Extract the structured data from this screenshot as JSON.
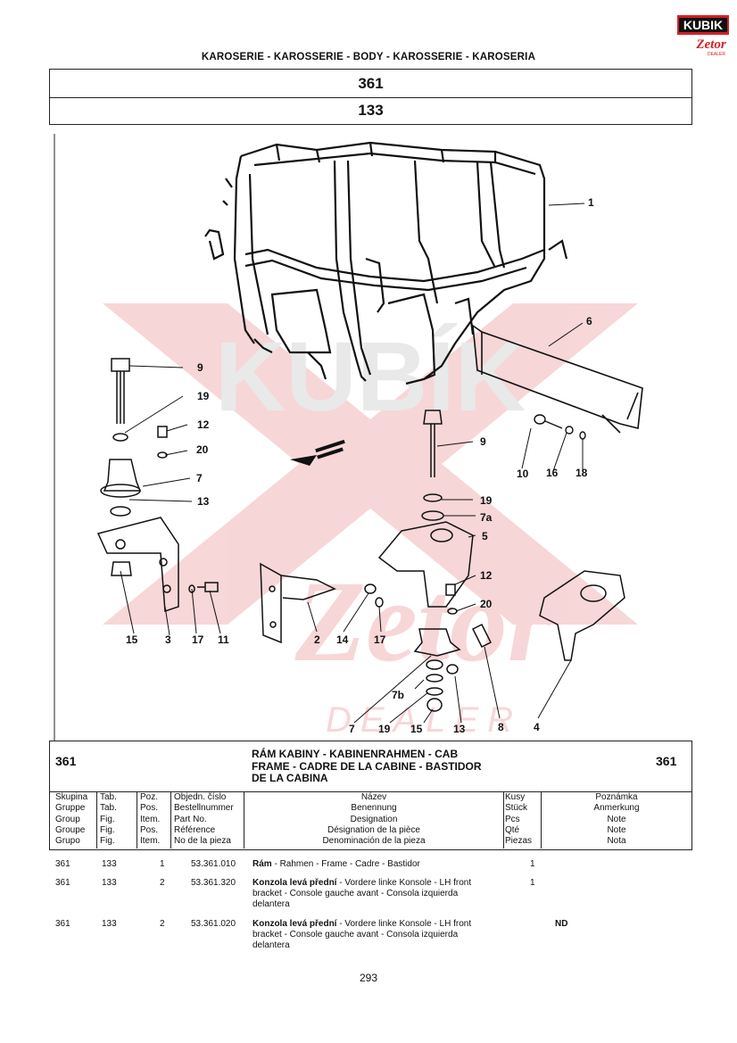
{
  "brand": {
    "logo_text": "KUBIK",
    "logo_sub": "Zetor",
    "logo_sub2": "DEALER",
    "watermark_text": "KUBÍK",
    "watermark_sub": "DEALER",
    "accent_color": "#d42027"
  },
  "header": {
    "title": "KAROSERIE - KAROSSERIE - BODY - KAROSSERIE - KAROSERIA",
    "group": "361",
    "figure": "133"
  },
  "diagram": {
    "callouts": [
      "1",
      "6",
      "9",
      "19",
      "12",
      "20",
      "7",
      "13",
      "10",
      "16",
      "18",
      "9",
      "19",
      "7a",
      "5",
      "12",
      "20",
      "15",
      "3",
      "17",
      "11",
      "2",
      "14",
      "17",
      "7b",
      "7",
      "19",
      "15",
      "13",
      "8",
      "4"
    ]
  },
  "table": {
    "group_left": "361",
    "group_right": "361",
    "title_lines": [
      "RÁM KABINY - KABINENRAHMEN - CAB",
      "FRAME - CADRE DE LA CABINE - BASTIDOR",
      "DE LA CABINA"
    ],
    "col_skupina": [
      "Skupina",
      "Gruppe",
      "Group",
      "Groupe",
      "Grupo"
    ],
    "col_tab": [
      "Tab.",
      "Tab.",
      "Fig.",
      "Fig.",
      "Fig."
    ],
    "col_poz": [
      "Poz.",
      "Pos.",
      "Item.",
      "Pos.",
      "Item."
    ],
    "col_obj": [
      "Objedn. číslo",
      "Bestellnummer",
      "Part No.",
      "Référence",
      "No de la pieza"
    ],
    "col_nazev": [
      "Název",
      "Benennung",
      "Designation",
      "Désignation de la pièce",
      "Denominación de la pieza"
    ],
    "col_kusy": [
      "Kusy",
      "Stück",
      "Pcs",
      "Qté",
      "Piezas"
    ],
    "col_pozn": [
      "Poznámka",
      "Anmerkung",
      "Note",
      "Note",
      "Nota"
    ],
    "rows": [
      {
        "group": "361",
        "fig": "133",
        "item": "1",
        "part": "53.361.010",
        "name_bold": "Rám",
        "name_rest": " - Rahmen - Frame - Cadre - Bastidor",
        "name_line2": "",
        "name_line3": "",
        "qty": "1",
        "note": ""
      },
      {
        "group": "361",
        "fig": "133",
        "item": "2",
        "part": "53.361.320",
        "name_bold": "Konzola levá přední",
        "name_rest": " - Vordere linke Konsole - LH front",
        "name_line2": "bracket  - Console gauche avant - Consola izquierda",
        "name_line3": "delantera",
        "qty": "1",
        "note": ""
      },
      {
        "group": "361",
        "fig": "133",
        "item": "2",
        "part": "53.361.020",
        "name_bold": "Konzola levá přední",
        "name_rest": " - Vordere linke Konsole - LH front",
        "name_line2": "bracket  - Console gauche avant - Consola izquierda",
        "name_line3": "delantera",
        "qty": "",
        "note": "ND"
      }
    ]
  },
  "footer": {
    "page_number": "293"
  }
}
